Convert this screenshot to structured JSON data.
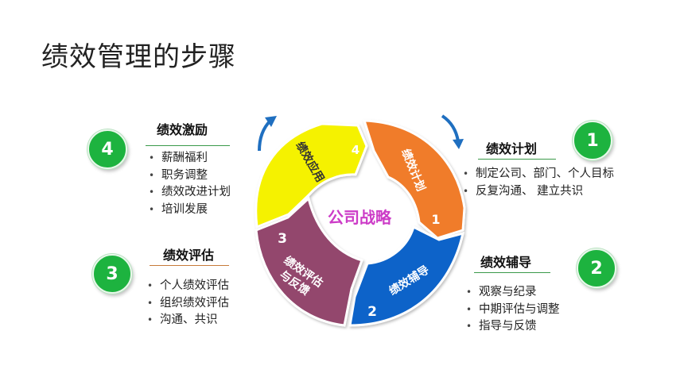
{
  "title": "绩效管理的步骤",
  "colors": {
    "plan": "#f07c2a",
    "coach": "#0b63c9",
    "review": "#93476d",
    "apply": "#f5f200",
    "badge": "#1db33f",
    "center_text": "#cc3cc7",
    "arrow": "#1f6fc0"
  },
  "center": {
    "label": "公司战略"
  },
  "segments": {
    "plan": {
      "number": "1",
      "label": "绩效计划"
    },
    "coach": {
      "number": "2",
      "label": "绩效辅导"
    },
    "review": {
      "number": "3",
      "label_line1": "绩效评估",
      "label_line2": "与反馈"
    },
    "apply": {
      "number": "4",
      "label": "绩效应用"
    }
  },
  "sections": {
    "plan": {
      "badge": "1",
      "title": "绩效计划",
      "items": [
        "制定公司、部门、个人目标",
        "反复沟通、 建立共识"
      ]
    },
    "coach": {
      "badge": "2",
      "title": "绩效辅导",
      "items": [
        "观察与纪录",
        "中期评估与调整",
        "指导与反馈"
      ]
    },
    "review": {
      "badge": "3",
      "title": "绩效评估",
      "items": [
        "个人绩效评估",
        "组织绩效评估",
        "沟通、共识"
      ]
    },
    "apply": {
      "badge": "4",
      "title": "绩效激励",
      "items": [
        "薪酬福利",
        "职务调整",
        "绩效改进计划",
        "培训发展"
      ]
    }
  }
}
